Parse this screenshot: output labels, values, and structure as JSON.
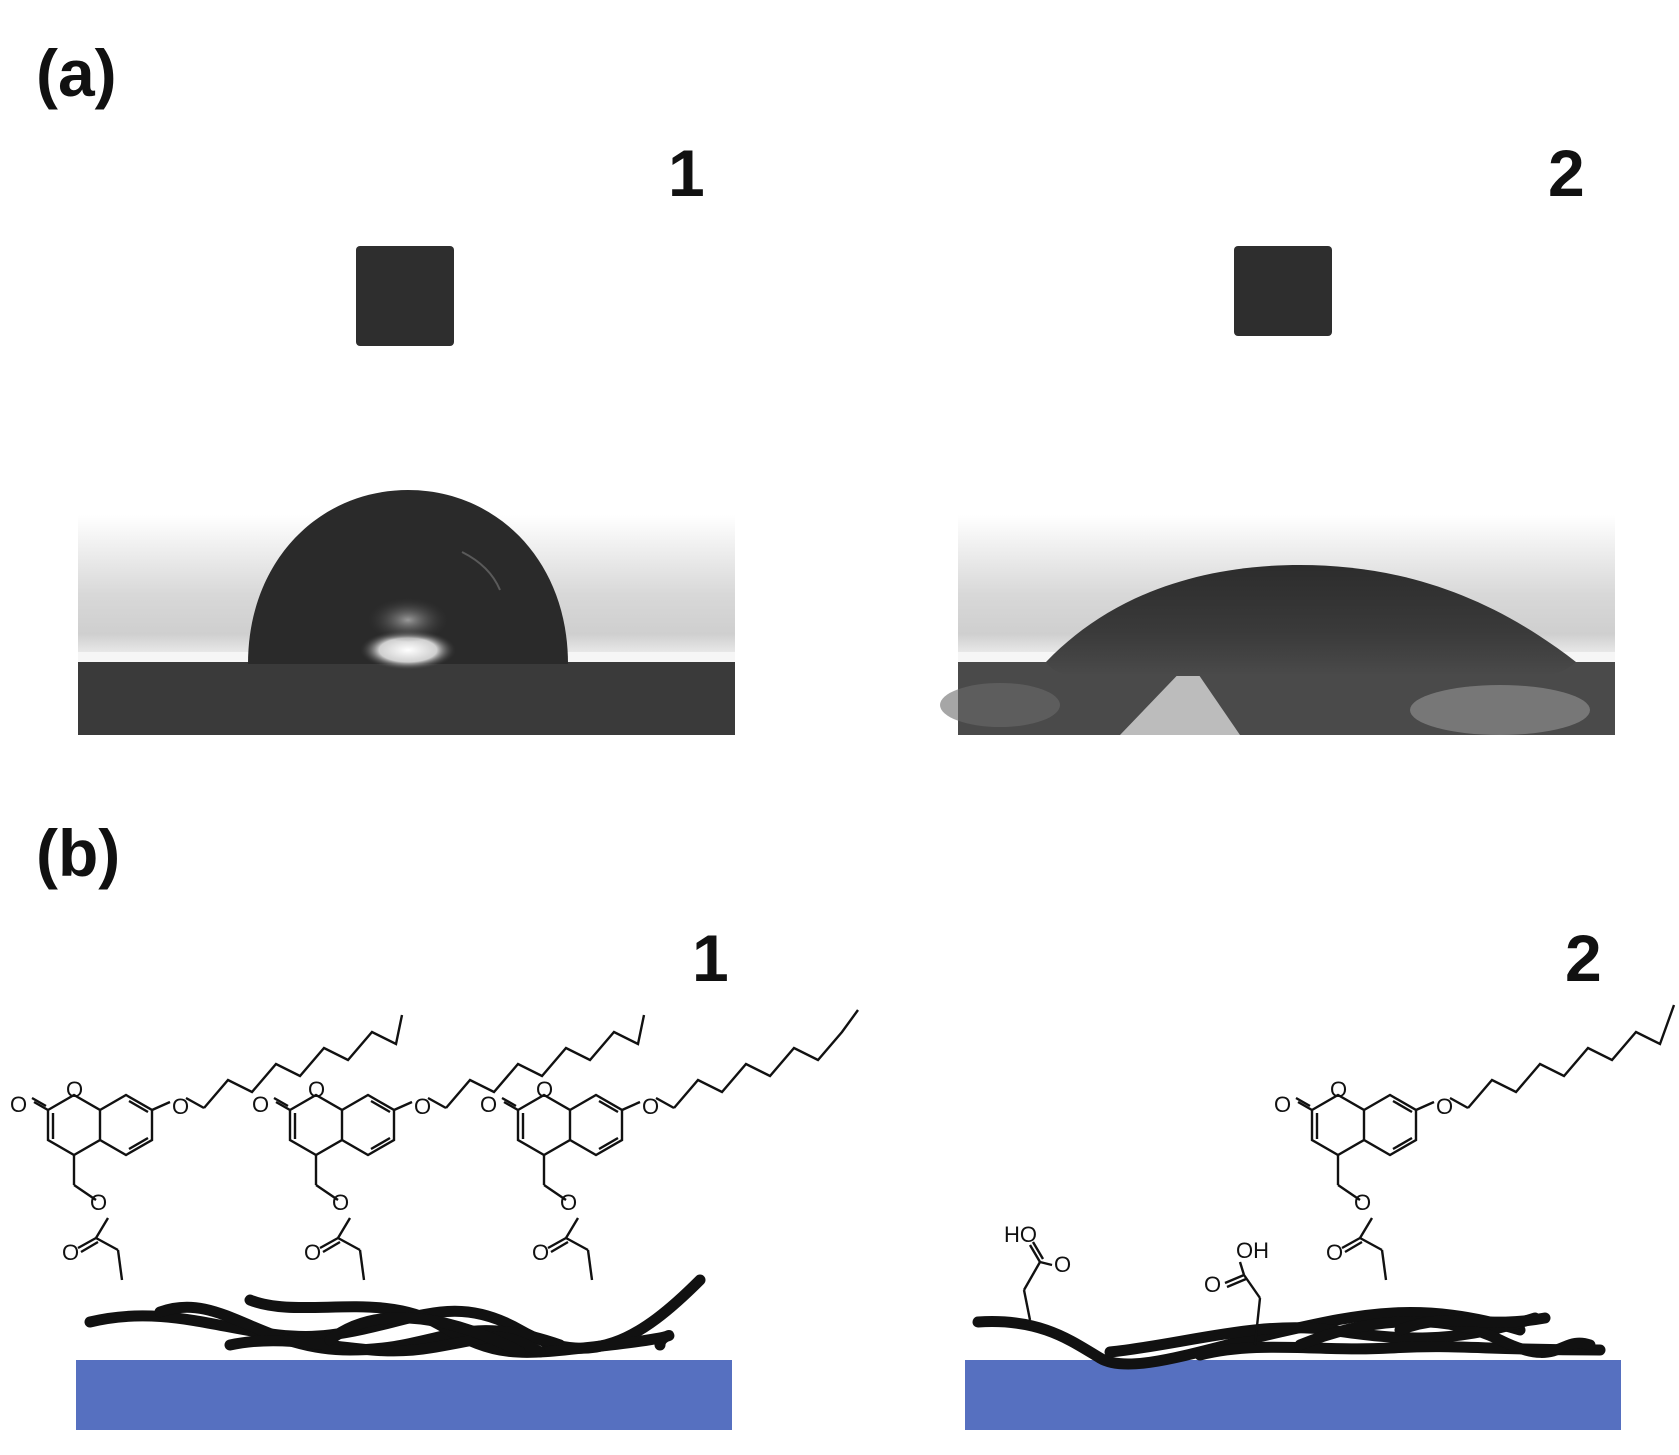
{
  "figure": {
    "panel_a": {
      "label": "(a)",
      "samples": [
        {
          "label": "1",
          "contact_angle_shape": "high"
        },
        {
          "label": "2",
          "contact_angle_shape": "low"
        }
      ]
    },
    "panel_b": {
      "label": "(b)",
      "samples": [
        {
          "label": "1",
          "hydroxy_labels": []
        },
        {
          "label": "2",
          "hydroxy_labels": [
            "HO",
            "OH"
          ]
        }
      ]
    },
    "atom_labels": {
      "oxygen": "O",
      "hydroxyl_left": "HO",
      "hydroxyl_right": "OH"
    },
    "colors": {
      "substrate": "#5670c0",
      "polymer": "#111111",
      "droplet": "#2b2b2b"
    }
  }
}
